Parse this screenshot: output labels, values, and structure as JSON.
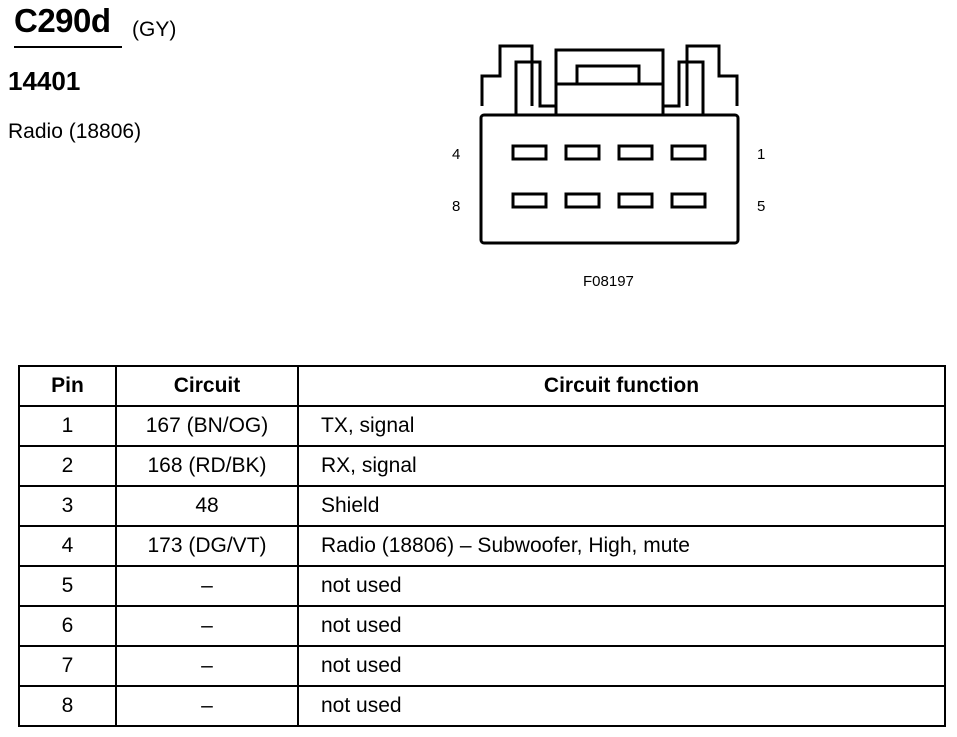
{
  "connector": {
    "id": "C290d",
    "color": "(GY)",
    "part_number": "14401",
    "component": "Radio (18806)",
    "figure_id": "F08197",
    "pin_labels": {
      "top_left": "4",
      "top_right": "1",
      "bottom_left": "8",
      "bottom_right": "5"
    }
  },
  "table": {
    "headers": {
      "pin": "Pin",
      "circuit": "Circuit",
      "function": "Circuit function"
    },
    "rows": [
      {
        "pin": "1",
        "circuit": "167 (BN/OG)",
        "function": "TX, signal"
      },
      {
        "pin": "2",
        "circuit": "168 (RD/BK)",
        "function": "RX, signal"
      },
      {
        "pin": "3",
        "circuit": "48",
        "function": "Shield"
      },
      {
        "pin": "4",
        "circuit": "173 (DG/VT)",
        "function": "Radio (18806) – Subwoofer, High, mute"
      },
      {
        "pin": "5",
        "circuit": "–",
        "function": "not used"
      },
      {
        "pin": "6",
        "circuit": "–",
        "function": "not used"
      },
      {
        "pin": "7",
        "circuit": "–",
        "function": "not used"
      },
      {
        "pin": "8",
        "circuit": "–",
        "function": "not used"
      }
    ]
  }
}
